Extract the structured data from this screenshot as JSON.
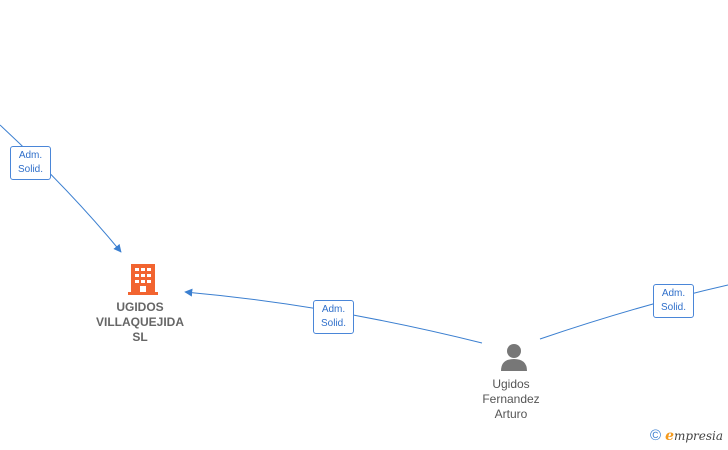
{
  "nodes": {
    "company": {
      "lines": [
        "UGIDOS",
        "VILLAQUEJIDA",
        "SL"
      ],
      "icon": "building-icon",
      "color": "#f26430"
    },
    "person": {
      "lines": [
        "Ugidos",
        "Fernandez",
        "Arturo"
      ],
      "icon": "person-icon",
      "color": "#777777"
    }
  },
  "edges": [
    {
      "id": "edge-top-left",
      "label": [
        "Adm.",
        "Solid."
      ]
    },
    {
      "id": "edge-person-company",
      "label": [
        "Adm.",
        "Solid."
      ]
    },
    {
      "id": "edge-person-right",
      "label": [
        "Adm.",
        "Solid."
      ]
    }
  ],
  "colors": {
    "edge": "#3b7fd0"
  },
  "footer": {
    "copyright_symbol": "©",
    "brand_initial": "e",
    "brand_rest": "mpresia"
  }
}
